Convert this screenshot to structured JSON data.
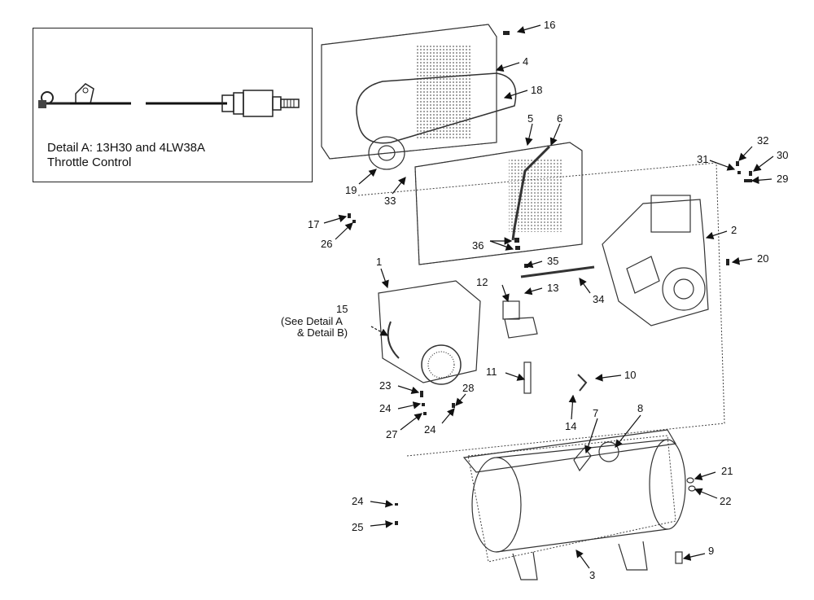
{
  "detail_a": {
    "line1": "Detail A: 13H30 and 4LW38A",
    "line2": "Throttle Control"
  },
  "see_detail": {
    "line1": "(See Detail A",
    "line2": "& Detail B)"
  },
  "labels": {
    "p1": "1",
    "p2": "2",
    "p3": "3",
    "p4": "4",
    "p5": "5",
    "p6": "6",
    "p7": "7",
    "p8": "8",
    "p9": "9",
    "p10": "10",
    "p11": "11",
    "p12": "12",
    "p13": "13",
    "p14": "14",
    "p15": "15",
    "p16": "16",
    "p17": "17",
    "p18": "18",
    "p19": "19",
    "p20": "20",
    "p21": "21",
    "p22": "22",
    "p23": "23",
    "p24": "24",
    "p25": "25",
    "p26": "26",
    "p27": "27",
    "p28": "28",
    "p29": "29",
    "p30": "30",
    "p31": "31",
    "p32": "32",
    "p33": "33",
    "p34": "34",
    "p35": "35",
    "p36": "36"
  }
}
